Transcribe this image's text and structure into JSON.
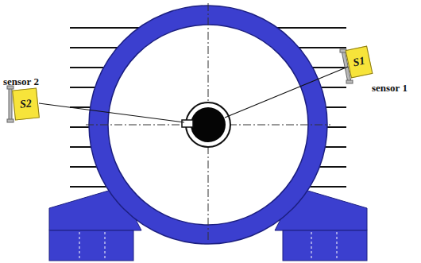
{
  "diagram": {
    "nodes": [
      {
        "text": [
          "S1"
        ]
      },
      {
        "text": [
          "S2"
        ]
      }
    ],
    "labels": [
      "sensor 1",
      "sensor 2"
    ]
  }
}
